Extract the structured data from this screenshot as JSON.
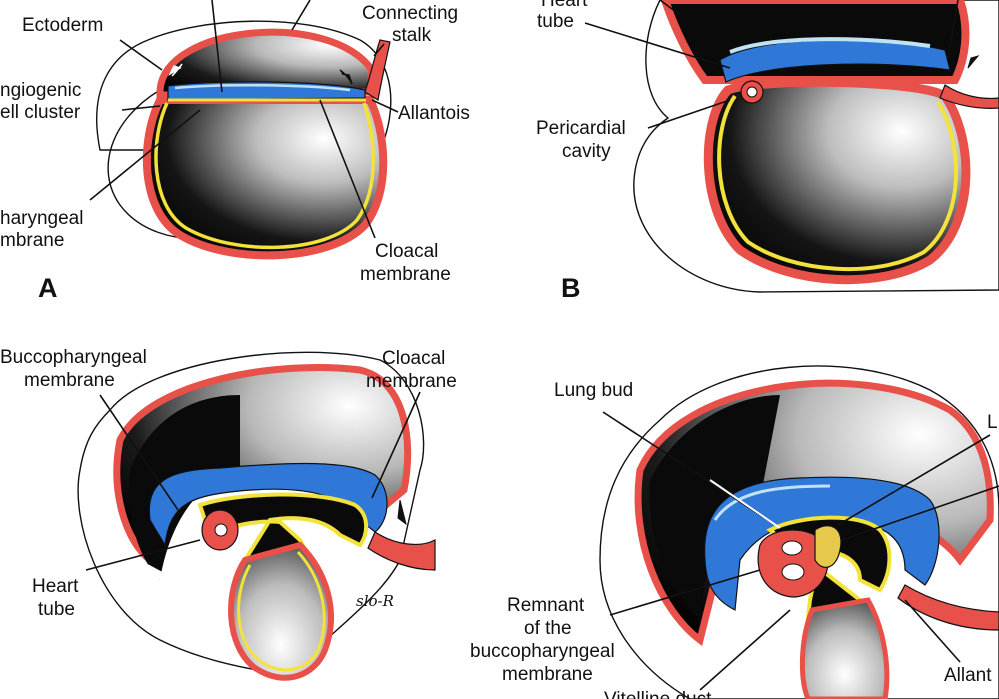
{
  "panels": {
    "a": {
      "letter": "A",
      "labels": {
        "ectoderm": "Ectoderm",
        "angiogenic_1": "ngiogenic",
        "angiogenic_2": "ell cluster",
        "connecting_1": "Connecting",
        "connecting_2": "stalk",
        "allantois": "Allantois",
        "pharyngeal_1": "haryngeal",
        "pharyngeal_2": "mbrane",
        "cloacal_1": "Cloacal",
        "cloacal_2": "membrane"
      }
    },
    "b": {
      "letter": "B",
      "labels": {
        "heart_1": "Heart",
        "heart_2": "tube",
        "pericardial_1": "Pericardial",
        "pericardial_2": "cavity"
      }
    },
    "c": {
      "labels": {
        "bucco_1": "Buccopharyngeal",
        "bucco_2": "membrane",
        "cloacal_1": "Cloacal",
        "cloacal_2": "membrane",
        "heart_1": "Heart",
        "heart_2": "tube"
      },
      "signature": "slo-R"
    },
    "d": {
      "labels": {
        "lung_bud": "Lung bud",
        "l_fragment": "L",
        "remnant_1": "Remnant",
        "remnant_2": "of the",
        "remnant_3": "buccopharyngeal",
        "remnant_4": "membrane",
        "vitelline": "Vitelline duct",
        "allantois": "Allant"
      }
    }
  },
  "colors": {
    "ectoderm_red": "#e8504a",
    "endoderm_yellow": "#f2e23a",
    "neural_blue": "#2f78d8",
    "light_blue": "#bfe3f5",
    "cavity_black": "#0a0a0a",
    "line": "#111111"
  }
}
